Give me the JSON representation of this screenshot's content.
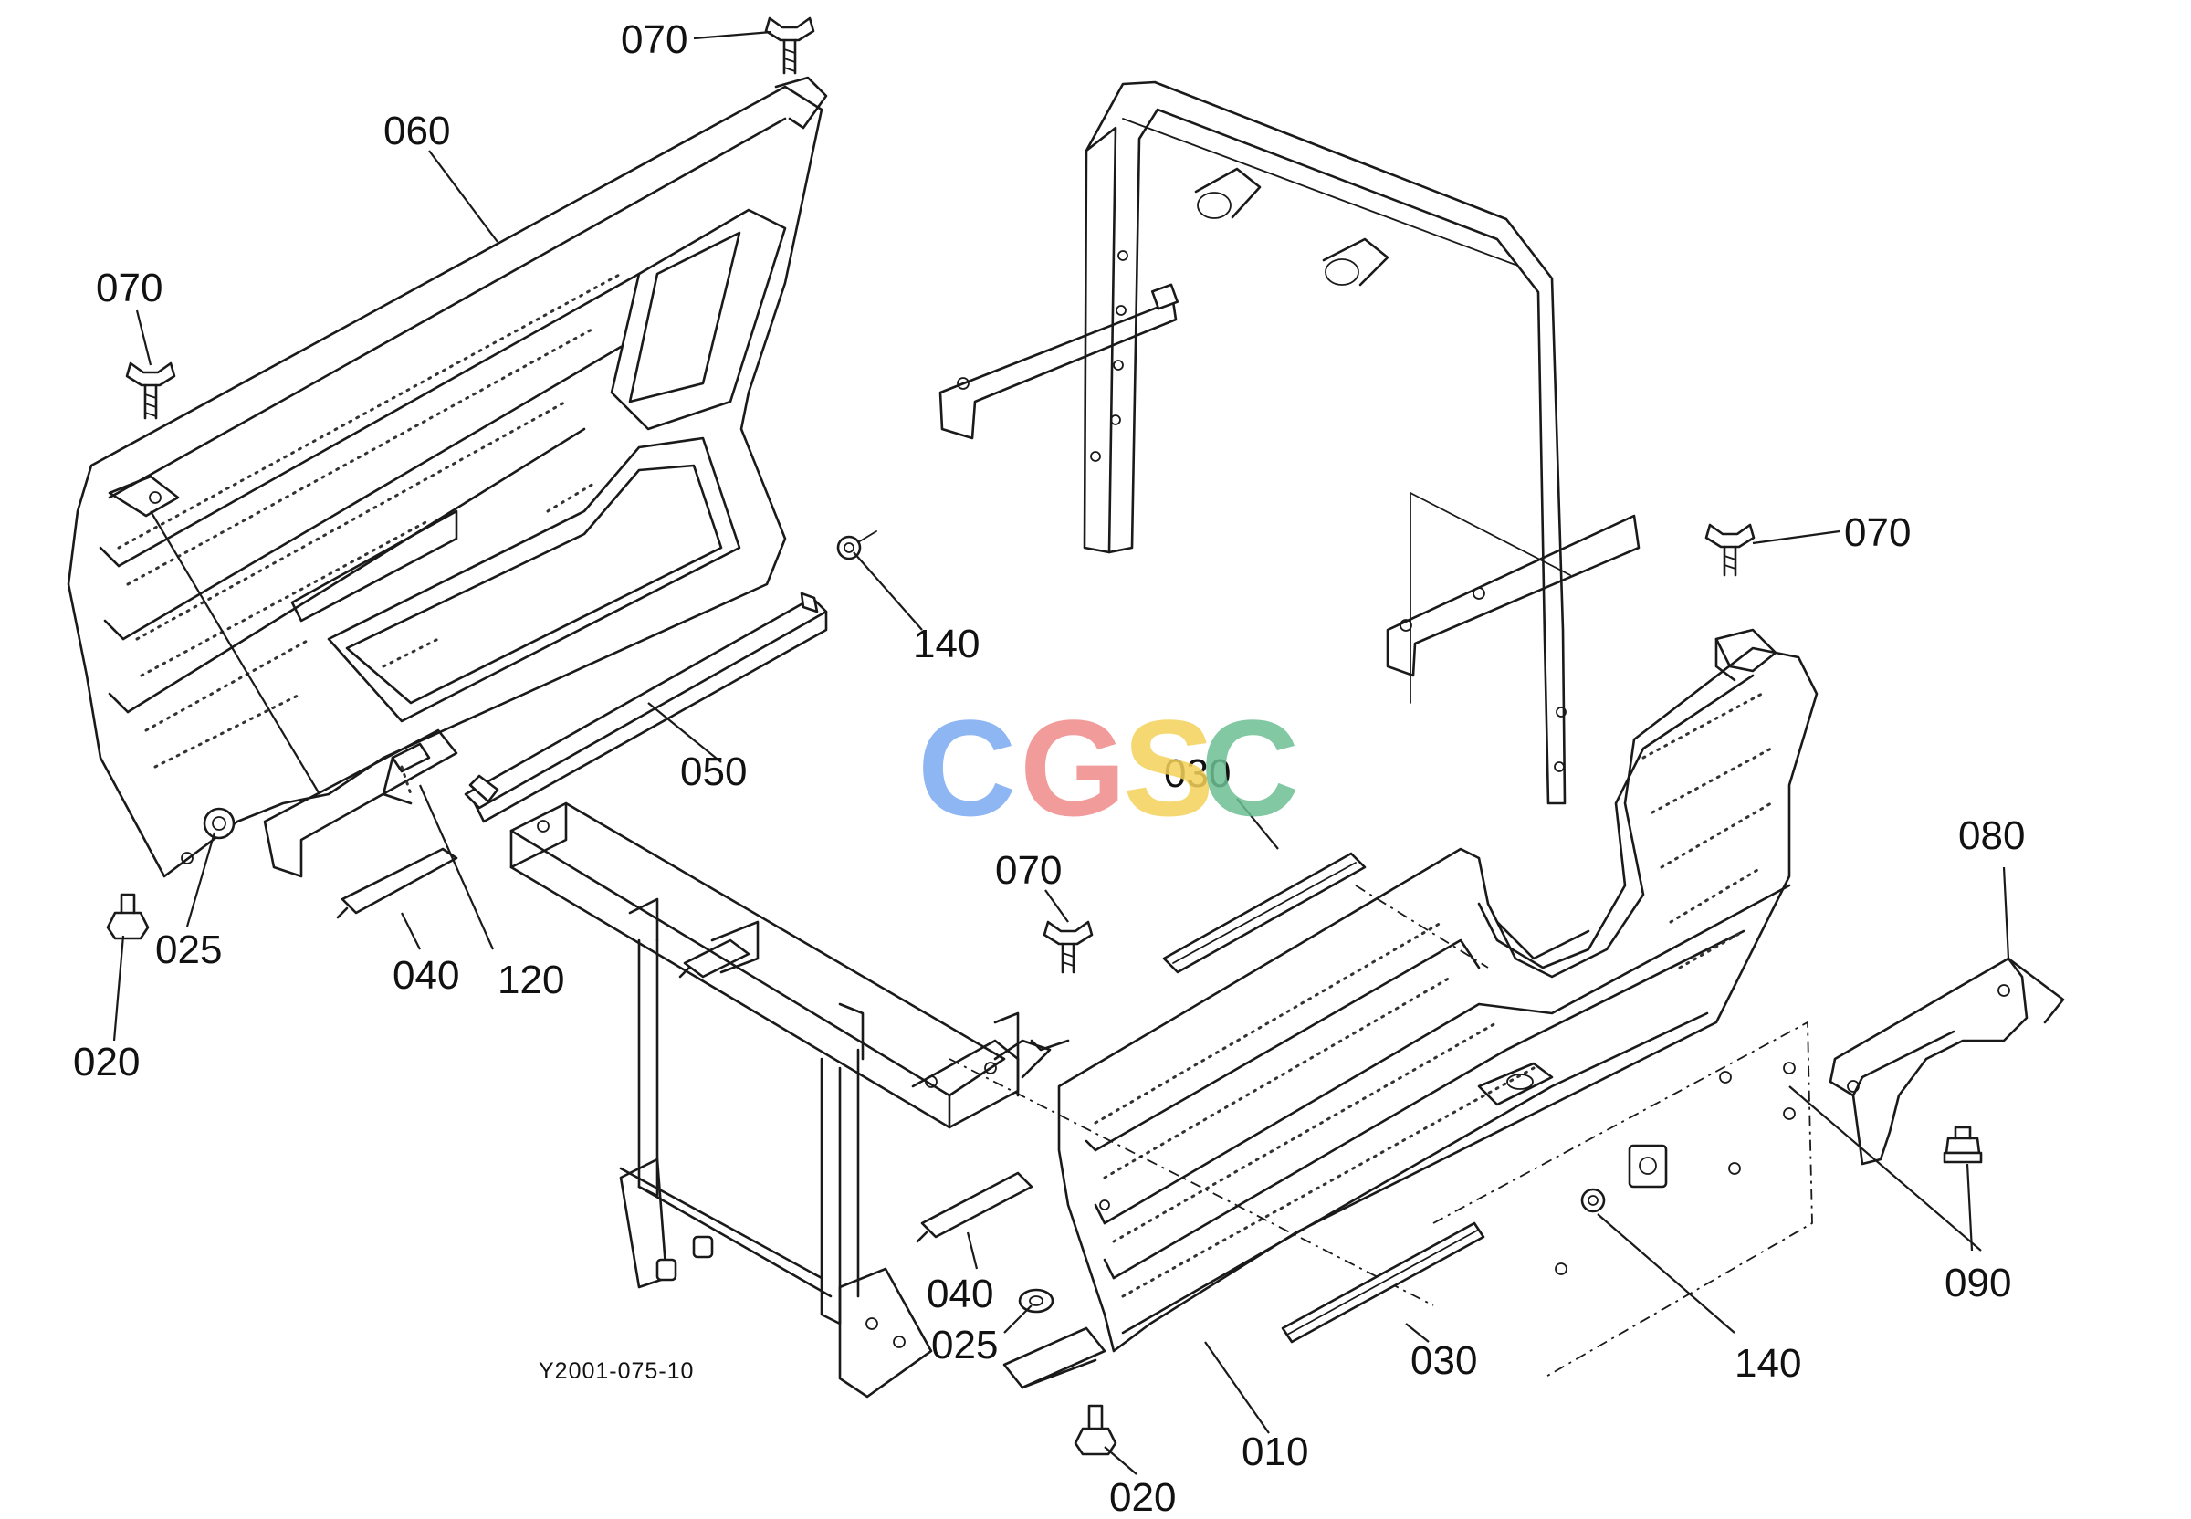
{
  "callouts": [
    {
      "id": "010",
      "label": "010"
    },
    {
      "id": "020a",
      "label": "020"
    },
    {
      "id": "020b",
      "label": "020"
    },
    {
      "id": "025a",
      "label": "025"
    },
    {
      "id": "025b",
      "label": "025"
    },
    {
      "id": "030a",
      "label": "030"
    },
    {
      "id": "030b",
      "label": "030"
    },
    {
      "id": "040a",
      "label": "040"
    },
    {
      "id": "040b",
      "label": "040"
    },
    {
      "id": "050",
      "label": "050"
    },
    {
      "id": "060",
      "label": "060"
    },
    {
      "id": "070a",
      "label": "070"
    },
    {
      "id": "070b",
      "label": "070"
    },
    {
      "id": "070c",
      "label": "070"
    },
    {
      "id": "070d",
      "label": "070"
    },
    {
      "id": "080",
      "label": "080"
    },
    {
      "id": "090",
      "label": "090"
    },
    {
      "id": "120",
      "label": "120"
    },
    {
      "id": "140a",
      "label": "140"
    },
    {
      "id": "140b",
      "label": "140"
    }
  ],
  "drawing_ref": "Y2001-075-10",
  "watermark": {
    "letters": [
      "C",
      "G",
      "S",
      "C"
    ],
    "colors": [
      "#7aaaf0",
      "#f08a8a",
      "#f5d25a",
      "#6dbf94"
    ]
  },
  "icons": {
    "wing_nut": "wing-nut-icon",
    "knob_bolt": "knob-bolt-icon",
    "washer": "washer-icon",
    "bolt": "bolt-icon"
  }
}
